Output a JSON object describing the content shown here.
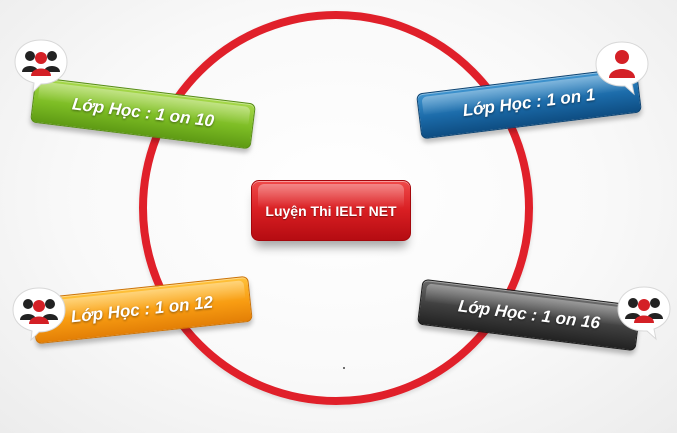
{
  "center": {
    "label": "Luyện Thi IELT NET"
  },
  "labels": [
    {
      "text": "Lớp Học : 1 on 10",
      "color": "#7cbc24",
      "icon": "users-icon"
    },
    {
      "text": "Lớp Học : 1 on 1",
      "color": "#1b6aa8",
      "icon": "user-icon"
    },
    {
      "text": "Lớp Học : 1 on 12",
      "color": "#f89c12",
      "icon": "users-icon"
    },
    {
      "text": "Lớp Học : 1 on 16",
      "color": "#3e3e3e",
      "icon": "users-icon"
    }
  ],
  "colors": {
    "ring": "#e0202a",
    "center": "#d81e22",
    "icon_red": "#d42026",
    "icon_dark": "#222222"
  }
}
